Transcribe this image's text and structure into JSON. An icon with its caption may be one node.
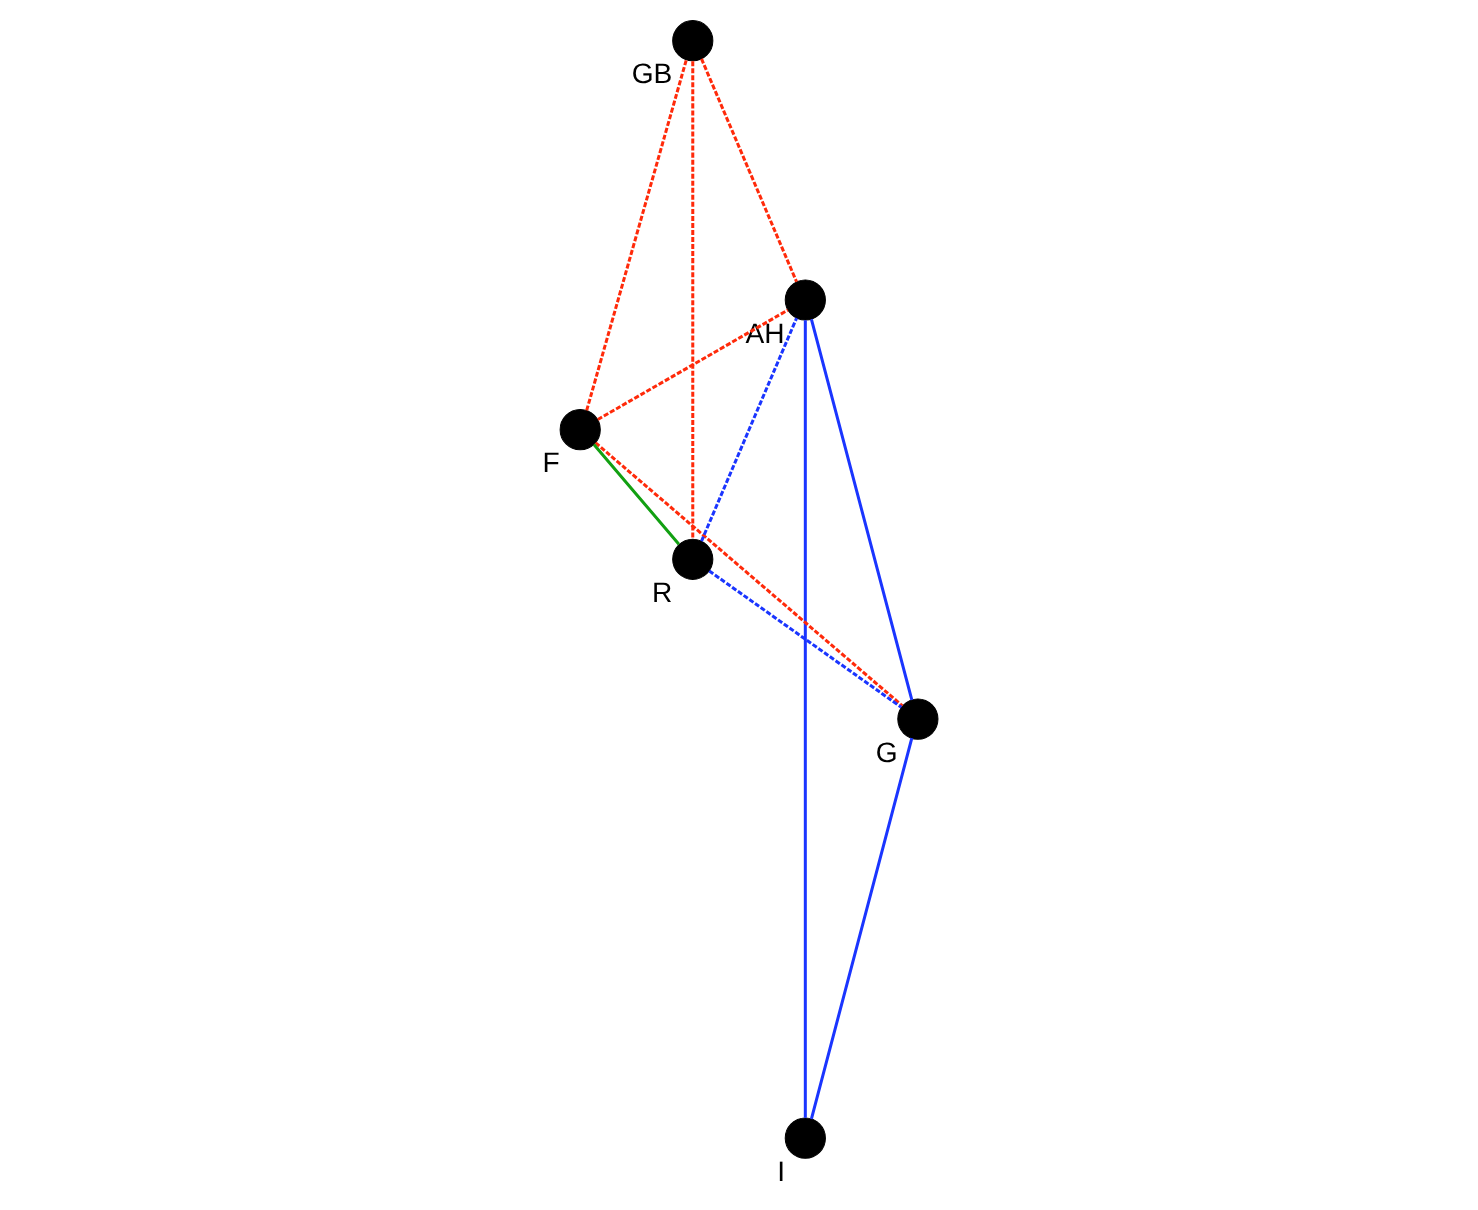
{
  "diagram": {
    "nodes": [
      {
        "text": [],
        "shape": "circle",
        "beside": [
          "GB"
        ]
      },
      {
        "text": [],
        "shape": "circle",
        "beside": [
          "AH"
        ]
      },
      {
        "text": [],
        "shape": "circle",
        "beside": [
          "F"
        ]
      },
      {
        "text": [],
        "shape": "circle",
        "beside": [
          "G"
        ]
      },
      {
        "text": [],
        "shape": "circle",
        "beside": [
          "R"
        ]
      },
      {
        "text": [],
        "shape": "circle",
        "beside": [
          "I"
        ]
      }
    ],
    "edges": [
      {
        "from": 0,
        "to": 1,
        "arrow": "none",
        "style": "dashed",
        "color": "#ff2a0a"
      },
      {
        "from": 0,
        "to": 2,
        "arrow": "none",
        "style": "dashed",
        "color": "#ff2a0a"
      },
      {
        "from": 0,
        "to": 4,
        "arrow": "none",
        "style": "dashed",
        "color": "#ff2a0a"
      },
      {
        "from": 1,
        "to": 2,
        "arrow": "none",
        "style": "dashed",
        "color": "#ff2a0a"
      },
      {
        "from": 2,
        "to": 3,
        "arrow": "none",
        "style": "dashed",
        "color": "#ff2a0a"
      },
      {
        "from": 1,
        "to": 4,
        "arrow": "none",
        "style": "dashed",
        "color": "#1a35ff"
      },
      {
        "from": 4,
        "to": 3,
        "arrow": "none",
        "style": "dashed",
        "color": "#1a35ff"
      },
      {
        "from": 1,
        "to": 3,
        "arrow": "none",
        "color": "#1a35ff"
      },
      {
        "from": 1,
        "to": 5,
        "arrow": "none",
        "color": "#1a35ff"
      },
      {
        "from": 3,
        "to": 5,
        "arrow": "none",
        "color": "#1a35ff"
      },
      {
        "from": 2,
        "to": 4,
        "arrow": "none",
        "color": "#12a012"
      }
    ]
  }
}
